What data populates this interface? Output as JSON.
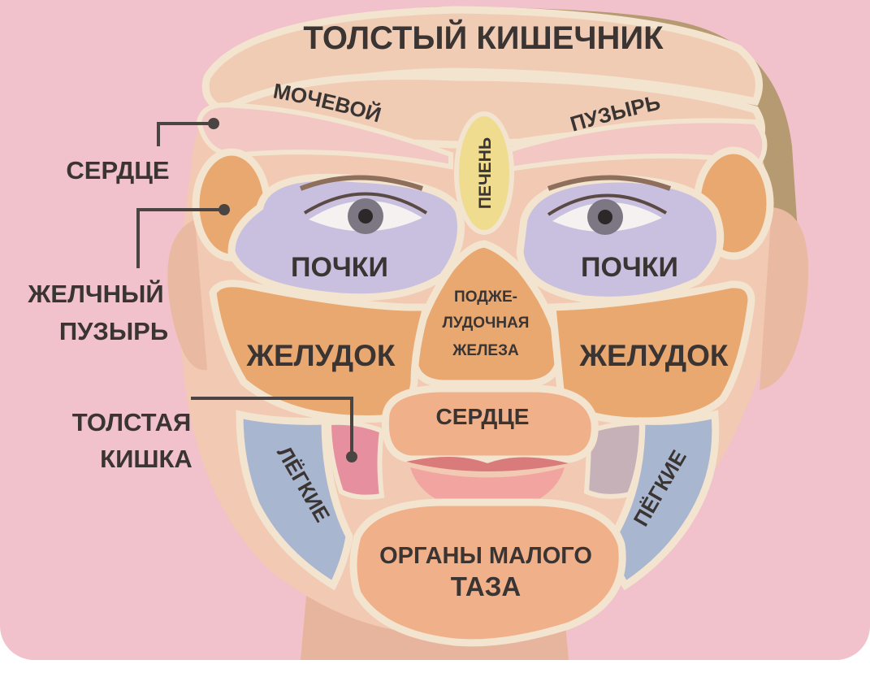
{
  "labels": {
    "top_banner": "ТОЛСТЫЙ КИШЕЧНИК",
    "bladder_left": "МОЧЕВОЙ",
    "bladder_right": "ПУЗЫРЬ",
    "liver": "ПЕЧЕНЬ",
    "kidneys_left": "ПОЧКИ",
    "kidneys_right": "ПОЧКИ",
    "pancreas_1": "ПОДЖЕ-",
    "pancreas_2": "ЛУДОЧНАЯ",
    "pancreas_3": "ЖЕЛЕЗА",
    "stomach_left": "ЖЕЛУДОК",
    "stomach_right": "ЖЕЛУДОК",
    "heart_center": "СЕРДЦЕ",
    "lungs_left": "ЛЁГКИЕ",
    "lungs_right": "ПЁГКИЕ",
    "pelvic_1": "ОРГАНЫ МАЛОГО",
    "pelvic_2": "ТАЗА"
  },
  "callouts": {
    "heart": "СЕРДЦЕ",
    "gallbladder_1": "ЖЕЛЧНЫЙ",
    "gallbladder_2": "ПУЗЫРЬ",
    "colon_1": "ТОЛСТАЯ",
    "colon_2": "КИШКА"
  },
  "colors": {
    "background": "#f1c2cb",
    "skin": "#f2c9b2",
    "band": "#f1ccb4",
    "orange": "#e9a870",
    "purple": "#c9c0df",
    "liver": "#efdc8f",
    "blue": "#a9b6cf",
    "pink": "#e6909f",
    "outline": "#f3e4cf"
  }
}
